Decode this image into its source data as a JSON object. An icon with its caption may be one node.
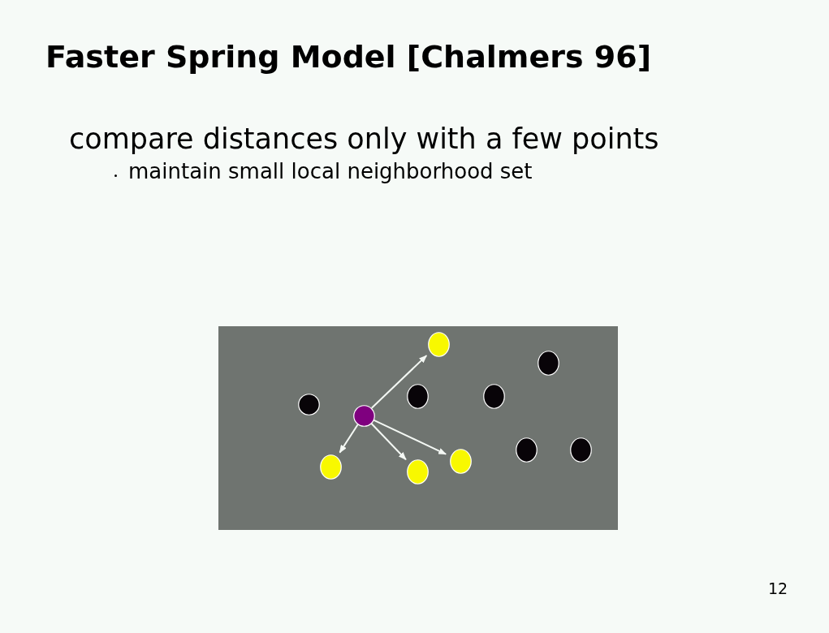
{
  "diagram": {
    "title": "Faster Spring Model [Chalmers 96]",
    "nodes": [
      {
        "text": [],
        "shape": "box"
      },
      {
        "text": [],
        "shape": "circle",
        "in": 0
      },
      {
        "text": [],
        "shape": "circle",
        "in": 0
      },
      {
        "text": [],
        "shape": "circle",
        "in": 0
      },
      {
        "text": [],
        "shape": "circle",
        "in": 0
      },
      {
        "text": [],
        "shape": "circle",
        "in": 0
      },
      {
        "text": [],
        "shape": "circle",
        "in": 0
      },
      {
        "text": [],
        "shape": "circle",
        "in": 0
      },
      {
        "text": [],
        "shape": "circle",
        "in": 0
      },
      {
        "text": [],
        "shape": "circle",
        "in": 0
      },
      {
        "text": [],
        "shape": "circle",
        "in": 0
      },
      {
        "text": [],
        "shape": "circle",
        "in": 0
      }
    ],
    "edges": [
      {
        "from": 3,
        "to": 6,
        "arrow": "to"
      },
      {
        "from": 3,
        "to": 2,
        "arrow": "to"
      },
      {
        "from": 3,
        "to": 4,
        "arrow": "to"
      },
      {
        "from": 3,
        "to": 7,
        "arrow": "to"
      }
    ],
    "labels": [
      "compare distances only with a few points",
      "maintain small local neighborhood set",
      "12"
    ]
  }
}
